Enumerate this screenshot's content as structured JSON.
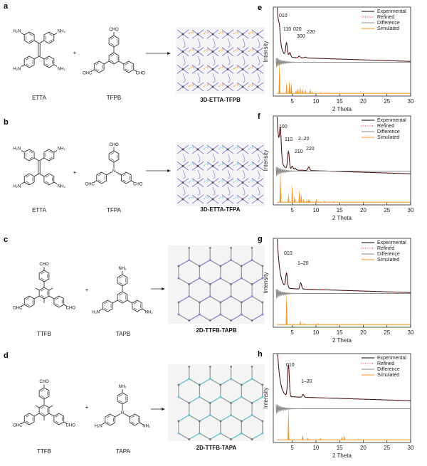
{
  "panels_left": [
    {
      "letter": "a",
      "reactant1": {
        "name": "ETTA",
        "groups": [
          "H₂N",
          "NH₂",
          "H₂N",
          "NH₂"
        ]
      },
      "reactant2": {
        "name": "TFPB",
        "groups": [
          "CHO",
          "OHC",
          "CHO"
        ]
      },
      "plus": "+",
      "product": "3D-ETTA-TFPB"
    },
    {
      "letter": "b",
      "reactant1": {
        "name": "ETTA",
        "groups": [
          "H₂N",
          "NH₂",
          "H₂N",
          "NH₂"
        ]
      },
      "reactant2": {
        "name": "TFPA",
        "groups": [
          "CHO",
          "OHC",
          "CHO"
        ],
        "center": "N"
      },
      "plus": "+",
      "product": "3D-ETTA-TFPA"
    },
    {
      "letter": "c",
      "reactant1": {
        "name": "TTFB",
        "groups": [
          "CHO",
          "OHC",
          "CHO"
        ]
      },
      "reactant2": {
        "name": "TAPB",
        "groups": [
          "NH₂",
          "H₂N",
          "NH₂"
        ]
      },
      "plus": "+",
      "product": "2D-TTFB-TAPB"
    },
    {
      "letter": "d",
      "reactant1": {
        "name": "TTFB",
        "groups": [
          "CHO",
          "OHC",
          "CHO"
        ]
      },
      "reactant2": {
        "name": "TAPA",
        "groups": [
          "NH₂",
          "H₂N",
          "NH₂"
        ],
        "center": "N"
      },
      "plus": "+",
      "product": "2D-TTFB-TAPA"
    }
  ],
  "colors": {
    "experimental": "#000000",
    "refined": "#e8262b",
    "difference": "#8c8c8c",
    "simulated": "#f7931e",
    "purple": "#8f7fe0",
    "cyan": "#5bc8d8",
    "gray": "#999999"
  },
  "chart_data": [
    {
      "panel": "e",
      "type": "line",
      "xlabel": "2 Theta",
      "ylabel": "Intensity",
      "xlim": [
        1,
        30
      ],
      "xticks": [
        5,
        10,
        15,
        20,
        25,
        30
      ],
      "legend": [
        "Experimental",
        "Refined",
        "Difference",
        "Simulated"
      ],
      "legend_position": "top-right",
      "experimental_peaks": [
        [
          2.3,
          0.12
        ],
        [
          3.8,
          0.15
        ],
        [
          4.5,
          0.05
        ],
        [
          6.5,
          0.02
        ],
        [
          7.8,
          0.01
        ]
      ],
      "baseline": 0.44,
      "peak_labels": [
        {
          "text": "010",
          "theta": 2.3
        },
        {
          "text": "110",
          "theta": 3.8
        },
        {
          "text": "020",
          "theta": 4.5
        },
        {
          "text": "300",
          "theta": 6.5
        },
        {
          "text": "220",
          "theta": 7.8
        }
      ],
      "simulated_peaks": [
        [
          2.3,
          1
        ],
        [
          3.8,
          0.33
        ],
        [
          4.4,
          0.4
        ],
        [
          4.8,
          0.33
        ],
        [
          5.8,
          0.1
        ],
        [
          6.2,
          0.14
        ],
        [
          6.7,
          0.2
        ],
        [
          7.2,
          0.14
        ],
        [
          7.8,
          0.12
        ],
        [
          8.8,
          0.15
        ],
        [
          9.3,
          0.05
        ],
        [
          11,
          0.04
        ],
        [
          12.5,
          0.02
        ]
      ]
    },
    {
      "panel": "f",
      "type": "line",
      "xlabel": "2 Theta",
      "ylabel": "Intensity",
      "xlim": [
        1,
        30
      ],
      "xticks": [
        5,
        10,
        15,
        20,
        25,
        30
      ],
      "legend": [
        "Experimental",
        "Refined",
        "Difference",
        "Simulated"
      ],
      "legend_position": "top-right",
      "experimental_peaks": [
        [
          2.5,
          0.3
        ],
        [
          4.2,
          0.2
        ],
        [
          5.0,
          0.04
        ],
        [
          5.6,
          0.02
        ],
        [
          8.5,
          0.04
        ]
      ],
      "baseline": 0.4,
      "peak_labels": [
        {
          "text": "100",
          "theta": 2.5
        },
        {
          "text": "110",
          "theta": 4.2
        },
        {
          "text": "2‒20",
          "theta": 5.0
        },
        {
          "text": "210",
          "theta": 5.6
        },
        {
          "text": "220",
          "theta": 8.5
        }
      ],
      "simulated_peaks": [
        [
          2.5,
          1
        ],
        [
          4.2,
          0.25
        ],
        [
          5.0,
          0.55
        ],
        [
          5.5,
          0.2
        ],
        [
          6.5,
          0.38
        ],
        [
          6.9,
          0.25
        ],
        [
          7.4,
          0.1
        ],
        [
          8.0,
          0.05
        ],
        [
          8.4,
          0.1
        ],
        [
          8.7,
          0.08
        ],
        [
          10.1,
          0.1
        ],
        [
          11.8,
          0.05
        ],
        [
          13.8,
          0.04
        ]
      ]
    },
    {
      "panel": "g",
      "type": "line",
      "xlabel": "2 Theta",
      "ylabel": "Intensity",
      "xlim": [
        1,
        30
      ],
      "xticks": [
        5,
        10,
        15,
        20,
        25,
        30
      ],
      "legend": [
        "Experimental",
        "Refined",
        "Difference",
        "Simulated"
      ],
      "legend_position": "top-right",
      "experimental_peaks": [
        [
          3.8,
          0.16
        ],
        [
          6.8,
          0.07
        ]
      ],
      "baseline": 0.44,
      "peak_labels": [
        {
          "text": "010",
          "theta": 3.8
        },
        {
          "text": "1‒20",
          "theta": 6.8
        }
      ],
      "simulated_peaks": [
        [
          3.8,
          1
        ],
        [
          6.7,
          0.12
        ],
        [
          7.6,
          0.03
        ],
        [
          10.4,
          0.04
        ],
        [
          19.3,
          0.03
        ],
        [
          20.3,
          0.01
        ]
      ]
    },
    {
      "panel": "h",
      "type": "line",
      "xlabel": "2 Theta",
      "ylabel": "Intensity",
      "xlim": [
        1,
        30
      ],
      "xticks": [
        5,
        10,
        15,
        20,
        25,
        30
      ],
      "legend": [
        "Experimental",
        "Refined",
        "Difference",
        "Simulated"
      ],
      "legend_position": "top-right",
      "experimental_peaks": [
        [
          4.2,
          0.35
        ],
        [
          7.3,
          0.03
        ]
      ],
      "baseline": 0.52,
      "peak_labels": [
        {
          "text": "010",
          "theta": 4.2
        },
        {
          "text": "1‒20",
          "theta": 7.3
        }
      ],
      "simulated_peaks": [
        [
          4.2,
          1
        ],
        [
          7.2,
          0.15
        ],
        [
          8.2,
          0.08
        ],
        [
          11,
          0.06
        ],
        [
          15.5,
          0.1
        ],
        [
          16,
          0.14
        ],
        [
          19,
          0.04
        ],
        [
          25,
          0.02
        ]
      ]
    }
  ]
}
